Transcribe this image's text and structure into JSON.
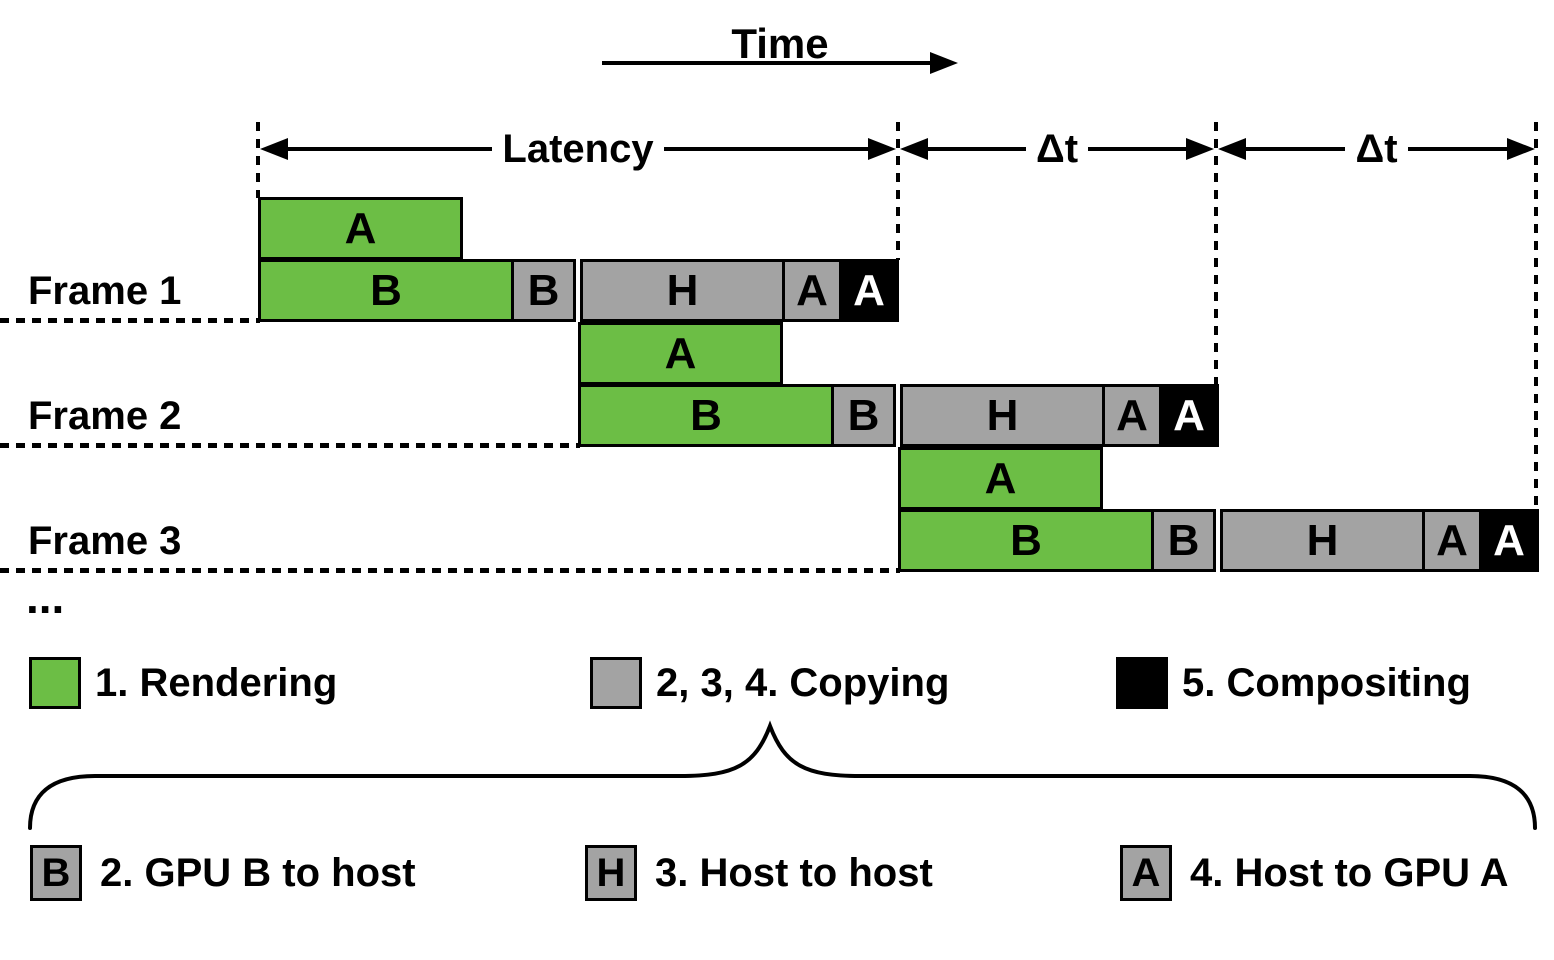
{
  "time_axis": {
    "label": "Time"
  },
  "spans": {
    "latency": {
      "label": "Latency"
    },
    "dt1": {
      "label": "Δt"
    },
    "dt2": {
      "label": "Δt"
    }
  },
  "frames": [
    {
      "name": "Frame 1",
      "render_a": "A",
      "render_b": "B",
      "copy_b": "B",
      "copy_h": "H",
      "copy_a": "A",
      "composite": "A"
    },
    {
      "name": "Frame 2",
      "render_a": "A",
      "render_b": "B",
      "copy_b": "B",
      "copy_h": "H",
      "copy_a": "A",
      "composite": "A"
    },
    {
      "name": "Frame 3",
      "render_a": "A",
      "render_b": "B",
      "copy_b": "B",
      "copy_h": "H",
      "copy_a": "A",
      "composite": "A"
    }
  ],
  "ellipsis": "...",
  "legend": [
    {
      "label": "1. Rendering",
      "color": "#6CBE45"
    },
    {
      "label": "2, 3, 4. Copying",
      "color": "#A3A3A3"
    },
    {
      "label": "5. Compositing",
      "color": "#000000"
    }
  ],
  "copy_details": [
    {
      "glyph": "B",
      "label": "2. GPU B to host"
    },
    {
      "glyph": "H",
      "label": "3. Host to host"
    },
    {
      "glyph": "A",
      "label": "4. Host to GPU A"
    }
  ]
}
